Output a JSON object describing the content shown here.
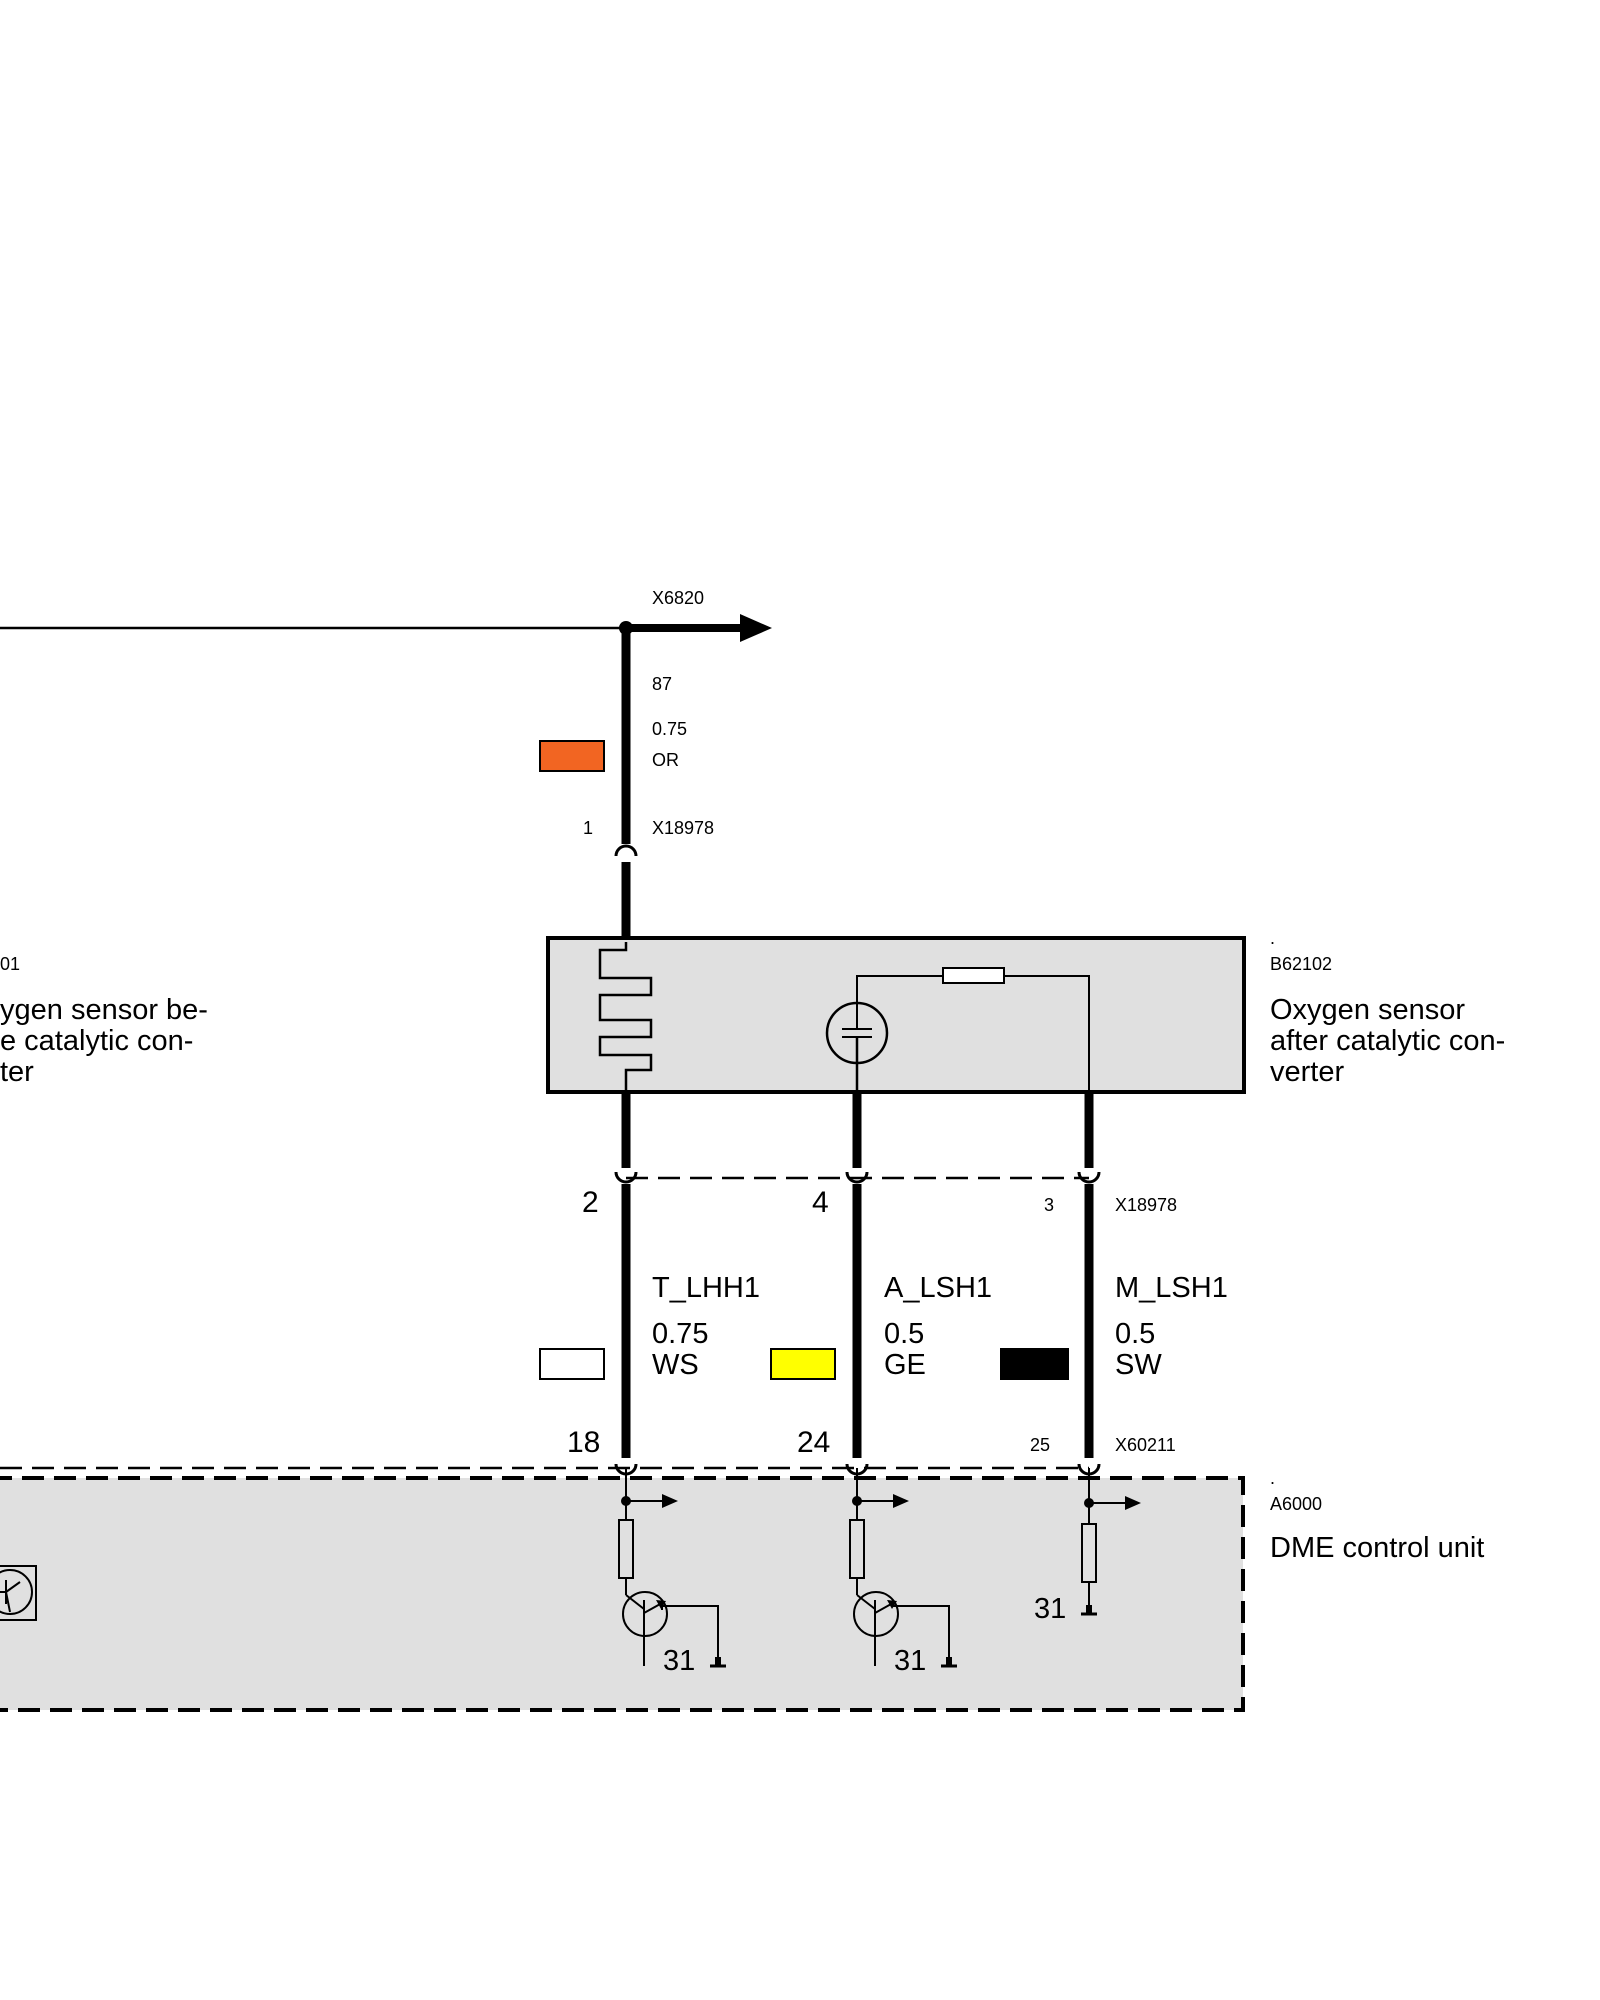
{
  "top": {
    "connector": "X6820",
    "pin": "87",
    "wire_size": "0.75",
    "wire_color_code": "OR",
    "wire_color": "#f26522",
    "conn_pin": "1",
    "conn_id": "X18978"
  },
  "sensor_after": {
    "dot": ".",
    "id": "B62102",
    "name_lines": [
      "Oxygen sensor",
      "after catalytic con-",
      "verter"
    ]
  },
  "sensor_before": {
    "id_partial": "01",
    "name_lines": [
      "ygen sensor be-",
      "e catalytic con-",
      "ter"
    ]
  },
  "mid_connector": {
    "pins": [
      "2",
      "4",
      "3"
    ],
    "id": "X18978"
  },
  "wires": [
    {
      "signal": "T_LHH1",
      "size": "0.75",
      "color_code": "WS",
      "color": "#ffffff",
      "pin_bottom": "18"
    },
    {
      "signal": "A_LSH1",
      "size": "0.5",
      "color_code": "GE",
      "color": "#ffff00",
      "pin_bottom": "24"
    },
    {
      "signal": "M_LSH1",
      "size": "0.5",
      "color_code": "SW",
      "color": "#000000",
      "pin_bottom": "25"
    }
  ],
  "bottom_connector": {
    "id": "X60211"
  },
  "control_unit": {
    "dot": ".",
    "id": "A6000",
    "name": "DME control unit",
    "grounds": [
      "31",
      "31",
      "31"
    ]
  }
}
